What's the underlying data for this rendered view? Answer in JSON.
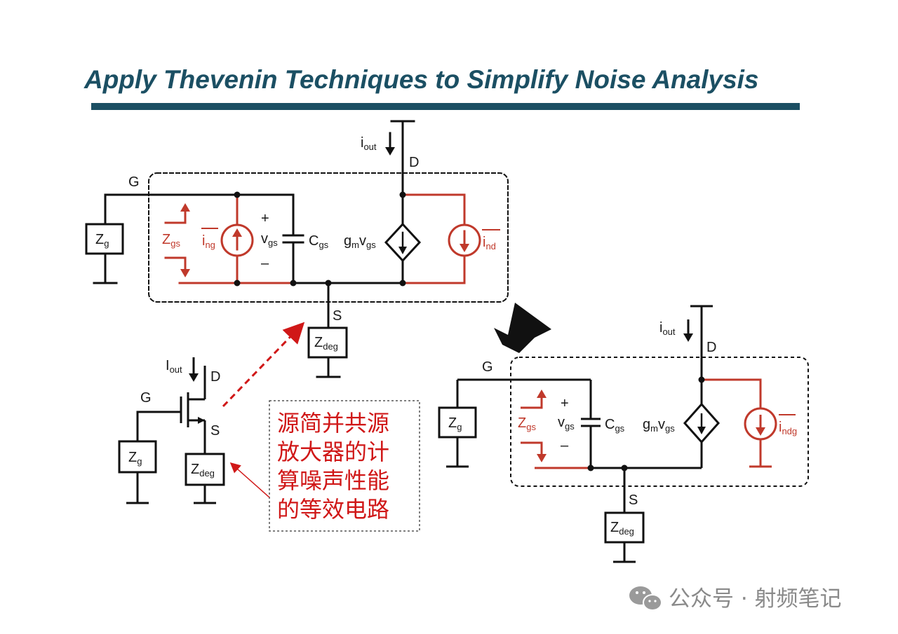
{
  "title": "Apply Thevenin Techniques to Simplify Noise Analysis",
  "colors": {
    "title": "#1b4f63",
    "wire": "#111111",
    "noise": "#c0392b",
    "annotation": "#d01818",
    "watermark": "#8a8a8a"
  },
  "top_circuit": {
    "iout_main": "i",
    "iout_sub": "out",
    "drain": "D",
    "gate": "G",
    "source": "S",
    "plus": "+",
    "minus": "–",
    "zg_main": "Z",
    "zg_sub": "g",
    "zgs_main": "Z",
    "zgs_sub": "gs",
    "ing_main": "i",
    "ing_sub": "ng",
    "vgs_main": "v",
    "vgs_sub": "gs",
    "cgs_main": "C",
    "cgs_sub": "gs",
    "gm_main1": "g",
    "gm_sub1": "m",
    "gm_main2": "v",
    "gm_sub2": "gs",
    "ind_main": "i",
    "ind_sub": "nd",
    "zdeg_main": "Z",
    "zdeg_sub": "deg"
  },
  "small_transistor": {
    "iout_main": "I",
    "iout_sub": "out",
    "drain": "D",
    "gate": "G",
    "source": "S",
    "zg_main": "Z",
    "zg_sub": "g",
    "zdeg_main": "Z",
    "zdeg_sub": "deg"
  },
  "annotation": {
    "lines": [
      "源简并共源",
      "放大器的计",
      "算噪声性能",
      "的等效电路"
    ]
  },
  "bottom_circuit": {
    "iout_main": "i",
    "iout_sub": "out",
    "drain": "D",
    "gate": "G",
    "source": "S",
    "plus": "+",
    "minus": "–",
    "zg_main": "Z",
    "zg_sub": "g",
    "zgs_main": "Z",
    "zgs_sub": "gs",
    "vgs_main": "v",
    "vgs_sub": "gs",
    "cgs_main": "C",
    "cgs_sub": "gs",
    "gm_main1": "g",
    "gm_sub1": "m",
    "gm_main2": "v",
    "gm_sub2": "gs",
    "indg_main": "i",
    "indg_sub": "ndg",
    "zdeg_main": "Z",
    "zdeg_sub": "deg"
  },
  "watermark": "公众号 · 射频笔记"
}
